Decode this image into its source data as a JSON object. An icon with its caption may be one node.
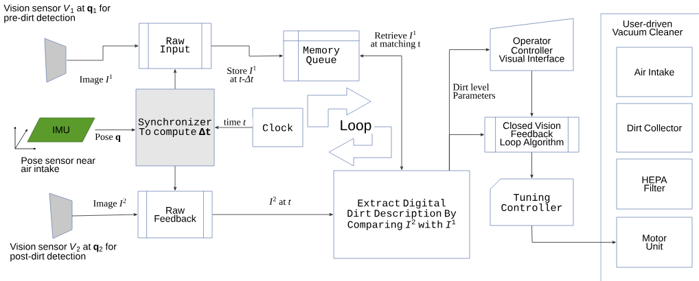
{
  "diagram": {
    "nodes": [
      {
        "text": [],
        "shape": "trapezoid",
        "beside": [
          "Vision sensor *V*$_{1}$ at **q**$_{1}$ for pre-dirt detection"
        ]
      },
      {
        "text": [
          "Raw Input"
        ]
      },
      {
        "text": [
          "Memory Queue"
        ]
      },
      {
        "text": [
          "Operator Controller Visual Interface"
        ]
      },
      {
        "text": [
          "User-driven Vacuum Cleaner"
        ]
      },
      {
        "text": [
          "Air Intake"
        ],
        "in": 4
      },
      {
        "text": [
          "Dirt Collector"
        ],
        "in": 4
      },
      {
        "text": [
          "HEPA Filter"
        ],
        "in": 4
      },
      {
        "text": [
          "Motor Unit"
        ],
        "in": 4
      },
      {
        "text": [
          "IMU"
        ],
        "beside": [
          "Pose sensor near air intake"
        ]
      },
      {
        "text": [
          "Synchronizer To compute **Δt**"
        ]
      },
      {
        "text": [
          "Clock"
        ]
      },
      {
        "text": [
          "Closed Vision Feedback Loop Algorithm"
        ]
      },
      {
        "text": [],
        "shape": "trapezoid",
        "beside": [
          "Vision sensor *V*$_{2}$ at **q**$_{2}$ for post-dirt detection"
        ]
      },
      {
        "text": [
          "Raw Feedback"
        ]
      },
      {
        "text": [
          "Extract Digital Dirt Description By Comparing *I*$^{2}$ with *I*$^{1}$"
        ]
      },
      {
        "text": [
          "Tuning Controller"
        ]
      }
    ],
    "edges": [
      {
        "from": 0,
        "to": 1,
        "arrow": "to",
        "label": "Image *I*$^{1}$"
      },
      {
        "from": 1,
        "to": 2,
        "arrow": "to",
        "label": "Store *I*$^{1}$ at *t-Δt*"
      },
      {
        "from": 2,
        "to": 15,
        "arrow": "both",
        "label": "Retrieve *I*$^{1}$ at matching t"
      },
      {
        "from": 11,
        "to": 10,
        "arrow": "to",
        "label": "time *t*"
      },
      {
        "from": 9,
        "to": 10,
        "arrow": "to",
        "label": "Pose **q**"
      },
      {
        "from": 10,
        "to": 1,
        "arrow": "to"
      },
      {
        "from": 13,
        "to": 14,
        "arrow": "to",
        "label": "Image *I*$^{2}$"
      },
      {
        "from": 14,
        "to": 15,
        "arrow": "to",
        "label": "*I*$^{2}$ at *t*"
      },
      {
        "from": 15,
        "to": 3,
        "arrow": "to",
        "label": "Dirt level Parameters"
      },
      {
        "from": 15,
        "to": 12,
        "arrow": "to"
      },
      {
        "from": 10,
        "to": 14,
        "arrow": "to"
      },
      {
        "from": 3,
        "to": 12,
        "arrow": "to"
      },
      {
        "from": 12,
        "to": 16,
        "arrow": "to"
      },
      {
        "from": 16,
        "to": 8,
        "arrow": "to"
      }
    ],
    "labels": [
      "Loop"
    ]
  }
}
